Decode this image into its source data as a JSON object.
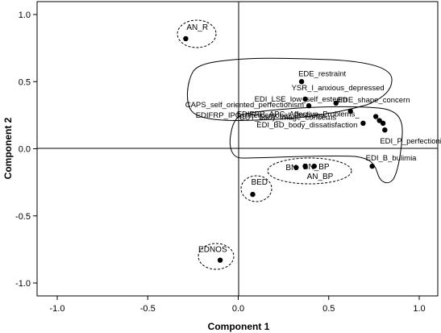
{
  "chart_data": {
    "type": "scatter",
    "xlabel": "Component 1",
    "ylabel": "Component 2",
    "xlim": [
      -1.0,
      1.0
    ],
    "ylim": [
      -1.0,
      1.0
    ],
    "x_ticks": [
      "-1.0",
      "-0.5",
      "0.0",
      "0.5",
      "1.0"
    ],
    "y_ticks": [
      "-1.0",
      "-0.5",
      "0.0",
      "0.5",
      "1.0"
    ],
    "x_tick_values": [
      -1.0,
      -0.5,
      0.0,
      0.5,
      1.0
    ],
    "y_tick_values": [
      -1.0,
      -0.5,
      0.0,
      0.5,
      1.0
    ],
    "grid": false,
    "points": [
      {
        "label": "AN_R",
        "x": -0.29,
        "y": 0.82
      },
      {
        "label": "EDE_restraint",
        "x": 0.35,
        "y": 0.5
      },
      {
        "label": "YSR_I_anxious_depressed",
        "x": 0.37,
        "y": 0.37
      },
      {
        "label": "CAPS_self_oriented_perfectionism",
        "x": 0.39,
        "y": 0.32
      },
      {
        "label": "EDE_shape_concern",
        "x": 0.54,
        "y": 0.34
      },
      {
        "label": "EDI_LSE_low_self_esteem",
        "x": 0.62,
        "y": 0.28
      },
      {
        "label": "BUT_body_image_concerns",
        "x": 0.76,
        "y": 0.24
      },
      {
        "label": "EDIFRP_APC_Affective_Problems_",
        "x": 0.78,
        "y": 0.21
      },
      {
        "label": "EDIFRP_IPC_Interpersonal_Problems_",
        "x": 0.8,
        "y": 0.19
      },
      {
        "label": "EDI_P_perfectionism",
        "x": 0.81,
        "y": 0.14
      },
      {
        "label": "EDI_BD_body_dissatisfaction",
        "x": 0.69,
        "y": 0.19
      },
      {
        "label": "EDI_B_bulimia",
        "x": 0.74,
        "y": -0.13
      },
      {
        "label": "BN",
        "x": 0.32,
        "y": -0.14
      },
      {
        "label": "BN_BP",
        "x": 0.42,
        "y": -0.13
      },
      {
        "label": "AN_BP",
        "x": 0.37,
        "y": -0.13
      },
      {
        "label": "BED",
        "x": 0.08,
        "y": -0.34
      },
      {
        "label": "EDNOS",
        "x": -0.1,
        "y": -0.83
      }
    ]
  }
}
